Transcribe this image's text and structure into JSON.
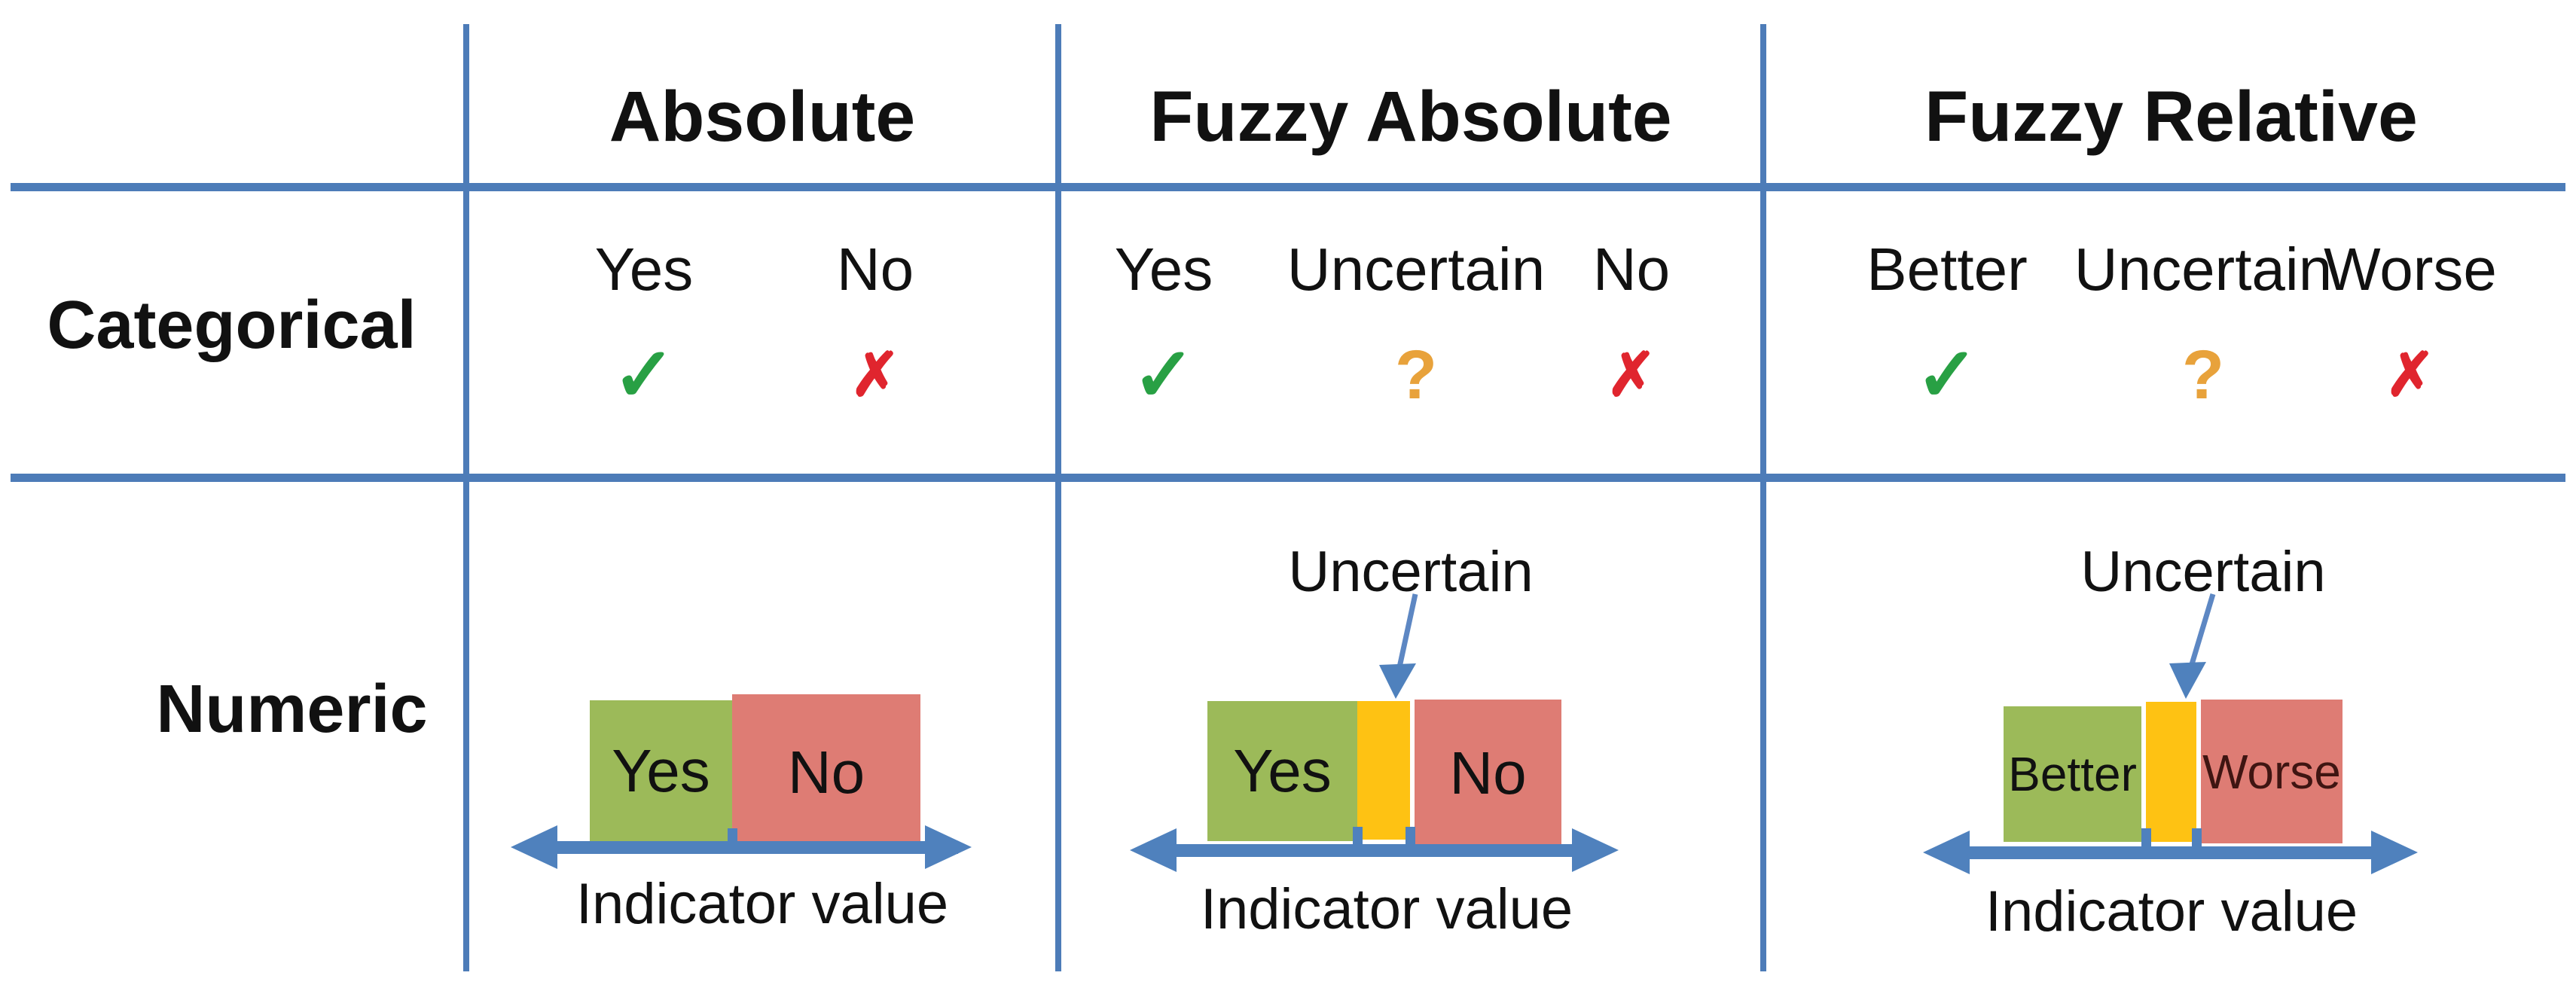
{
  "colors": {
    "grid-blue": "#4d7cb8",
    "arrow-blue": "#4f81bd",
    "annotation-blue": "#5d87c3",
    "box-green": "#9cba59",
    "box-red": "#de7c74",
    "box-yellow": "#fec213",
    "check-green": "#28a044",
    "cross-red": "#e0252e",
    "question-orange": "#e8a23b",
    "worse-text": "#3f1512"
  },
  "table": {
    "rows": {
      "categorical": "Categorical",
      "numeric": "Numeric"
    },
    "columns": [
      {
        "header": "Absolute",
        "categorical": [
          {
            "label": "Yes",
            "symbol": "check-mark",
            "glyph": "✓"
          },
          {
            "label": "No",
            "symbol": "cross-mark",
            "glyph": "✗"
          }
        ],
        "numeric": {
          "segments": [
            {
              "label": "Yes",
              "color": "green"
            },
            {
              "label": "No",
              "color": "red"
            }
          ],
          "axis_label": "Indicator value"
        }
      },
      {
        "header": "Fuzzy Absolute",
        "categorical": [
          {
            "label": "Yes",
            "symbol": "check-mark",
            "glyph": "✓"
          },
          {
            "label": "Uncertain",
            "symbol": "question-mark",
            "glyph": "?"
          },
          {
            "label": "No",
            "symbol": "cross-mark",
            "glyph": "✗"
          }
        ],
        "numeric": {
          "annotation": "Uncertain",
          "segments": [
            {
              "label": "Yes",
              "color": "green"
            },
            {
              "color": "yellow"
            },
            {
              "label": "No",
              "color": "red"
            }
          ],
          "axis_label": "Indicator value"
        }
      },
      {
        "header": "Fuzzy Relative",
        "categorical": [
          {
            "label": "Better",
            "symbol": "check-mark",
            "glyph": "✓"
          },
          {
            "label": "Uncertain",
            "symbol": "question-mark",
            "glyph": "?"
          },
          {
            "label": "Worse",
            "symbol": "cross-mark",
            "glyph": "✗"
          }
        ],
        "numeric": {
          "annotation": "Uncertain",
          "segments": [
            {
              "label": "Better",
              "color": "green"
            },
            {
              "color": "yellow"
            },
            {
              "label": "Worse",
              "color": "red"
            }
          ],
          "axis_label": "Indicator value"
        }
      }
    ]
  }
}
